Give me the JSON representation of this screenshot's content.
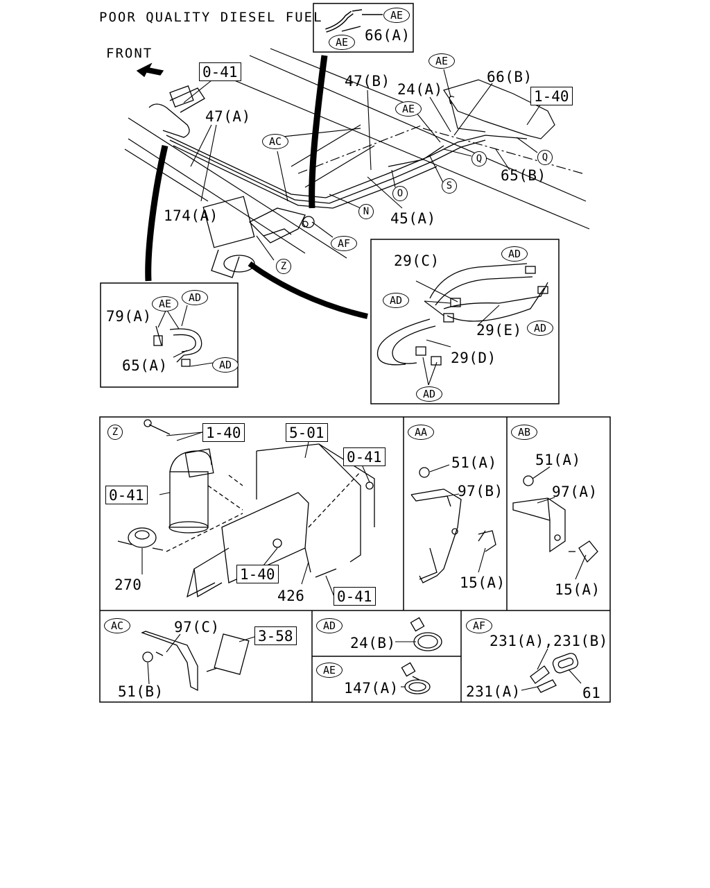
{
  "title": "POOR QUALITY DIESEL FUEL",
  "front": "FRONT",
  "refs": {
    "r041_top": "0-41",
    "r140_top": "1-40",
    "r140_z": "1-40",
    "r501": "5-01",
    "r041_z_right": "0-41",
    "r041_z_left": "0-41",
    "r140_z_mid": "1-40",
    "r041_z_bottom": "0-41",
    "r358": "3-58"
  },
  "parts": {
    "p66a": "66(A)",
    "p47b": "47(B)",
    "p24a": "24(A)",
    "p66b": "66(B)",
    "p47a": "47(A)",
    "p174a": "174(A)",
    "p65b": "65(B)",
    "p45a": "45(A)",
    "p29c": "29(C)",
    "p29e": "29(E)",
    "p29d": "29(D)",
    "p79a": "79(A)",
    "p65a": "65(A)",
    "p270": "270",
    "p426": "426",
    "p51a_aa": "51(A)",
    "p97b": "97(B)",
    "p15a_aa": "15(A)",
    "p51a_ab": "51(A)",
    "p97a": "97(A)",
    "p15a_ab": "15(A)",
    "p97c": "97(C)",
    "p51b": "51(B)",
    "p24b": "24(B)",
    "p147a": "147(A)",
    "p231ab": "231(A),231(B)",
    "p231a": "231(A)",
    "p61": "61"
  },
  "tags": {
    "ae": "AE",
    "ad": "AD",
    "ac": "AC",
    "af": "AF",
    "aa": "AA",
    "ab": "AB",
    "z": "Z",
    "n": "N",
    "o": "O",
    "q": "Q",
    "s": "S"
  }
}
